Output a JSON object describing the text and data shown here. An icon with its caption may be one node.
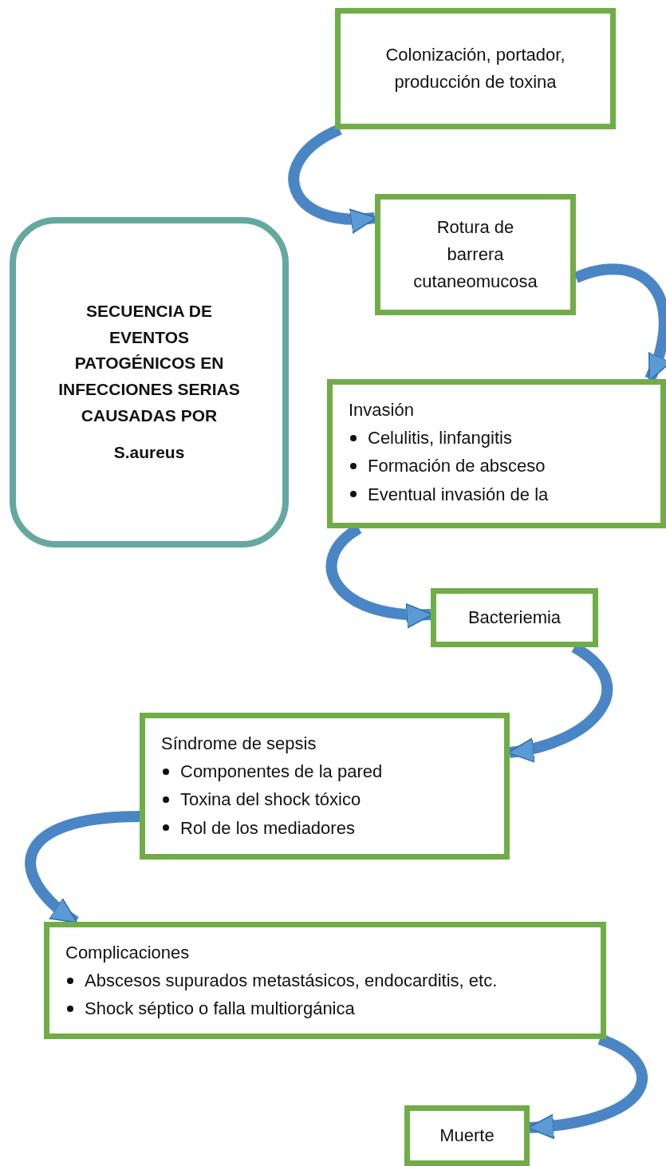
{
  "diagram": {
    "nodes": [
      {
        "text": [
          "SECUENCIA DE EVENTOS PATOGÉNICOS EN INFECCIONES SERIAS CAUSADAS POR",
          "S.aureus"
        ]
      },
      {
        "text": [
          "Colonización, portador, producción de toxina"
        ]
      },
      {
        "text": [
          "Rotura de barrera cutaneomucosa"
        ]
      },
      {
        "text": [
          "Invasión",
          "Celulitis, linfangitis",
          "Formación de absceso",
          "Eventual invasión de la"
        ]
      },
      {
        "text": [
          "Bacteriemia"
        ]
      },
      {
        "text": [
          "Síndrome de sepsis",
          "Componentes de la pared",
          "Toxina del shock tóxico",
          "Rol de los mediadores"
        ]
      },
      {
        "text": [
          "Complicaciones",
          "Abscesos supurados metastásicos, endocarditis, etc.",
          "Shock séptico o falla multiorgánica"
        ]
      },
      {
        "text": [
          "Muerte"
        ]
      }
    ],
    "edges": [
      {
        "from": 1,
        "to": 2,
        "arrow": "to"
      },
      {
        "from": 2,
        "to": 3,
        "arrow": "to"
      },
      {
        "from": 3,
        "to": 4,
        "arrow": "to"
      },
      {
        "from": 4,
        "to": 5,
        "arrow": "to"
      },
      {
        "from": 5,
        "to": 6,
        "arrow": "to"
      },
      {
        "from": 6,
        "to": 7,
        "arrow": "to"
      }
    ]
  }
}
